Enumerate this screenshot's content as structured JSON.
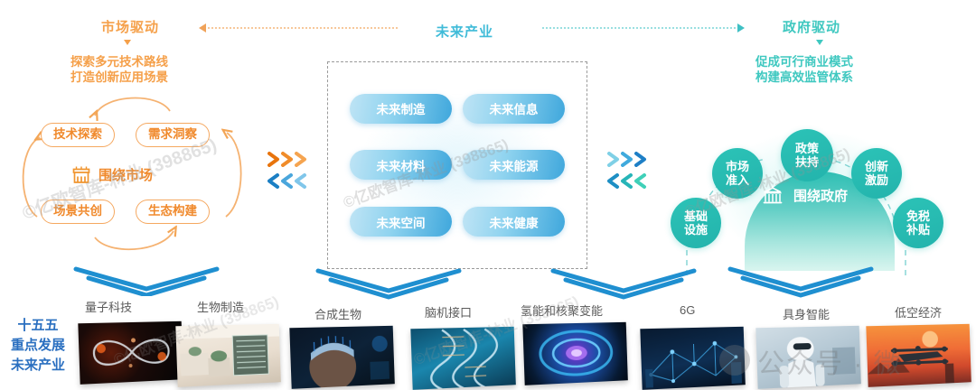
{
  "headers": {
    "market_driven": "市场驱动",
    "future_industry": "未来产业",
    "government_driven": "政府驱动",
    "market_sub": "探索多元技术路线\n打造创新应用场景",
    "market_sub_l1": "探索多元技术路线",
    "market_sub_l2": "打造创新应用场景",
    "gov_sub_l1": "促成可行商业模式",
    "gov_sub_l2": "构建高效监管体系"
  },
  "market_cycle": {
    "center_label": "围绕市场",
    "center_icon": "storefront-icon",
    "nodes": [
      {
        "label": "技术探索"
      },
      {
        "label": "需求洞察"
      },
      {
        "label": "场景共创"
      },
      {
        "label": "生态构建"
      }
    ]
  },
  "future_industry": {
    "pills": [
      {
        "label": "未来制造"
      },
      {
        "label": "未来信息"
      },
      {
        "label": "未来材料"
      },
      {
        "label": "未来能源"
      },
      {
        "label": "未来空间"
      },
      {
        "label": "未来健康"
      }
    ]
  },
  "government": {
    "center_label": "围绕政府",
    "center_icon": "government-building-icon",
    "nodes": [
      {
        "label": "基础\n设施"
      },
      {
        "label": "市场\n准入"
      },
      {
        "label": "政策\n扶持"
      },
      {
        "label": "创新\n激励"
      },
      {
        "label": "免税\n补贴"
      }
    ]
  },
  "bottom": {
    "title_l1": "十五五",
    "title_l2": "重点发展",
    "title_l3": "未来产业",
    "items": [
      {
        "caption": "量子科技",
        "image": "quantum-technology-thumbnail"
      },
      {
        "caption": "生物制造",
        "image": "biomanufacturing-thumbnail"
      },
      {
        "caption": "合成生物",
        "image": "synthetic-biology-thumbnail"
      },
      {
        "caption": "脑机接口",
        "image": "brain-computer-interface-thumbnail"
      },
      {
        "caption": "氢能和核聚变能",
        "image": "hydrogen-fusion-energy-thumbnail"
      },
      {
        "caption": "6G",
        "image": "6g-network-thumbnail"
      },
      {
        "caption": "具身智能",
        "image": "embodied-intelligence-thumbnail"
      },
      {
        "caption": "低空经济",
        "image": "low-altitude-economy-thumbnail"
      }
    ]
  },
  "watermarks": {
    "left": "©亿欧智库-林业 (398865)",
    "center": "©亿欧智库-林业 (398865)",
    "right": "©亿欧智库-林业 (398865)",
    "brand": "公众号 · 微"
  },
  "colors": {
    "orange": "#f0952f",
    "blue": "#3fa7dc",
    "teal": "#2cc3b7",
    "bottom_title": "#2a6fc0"
  }
}
